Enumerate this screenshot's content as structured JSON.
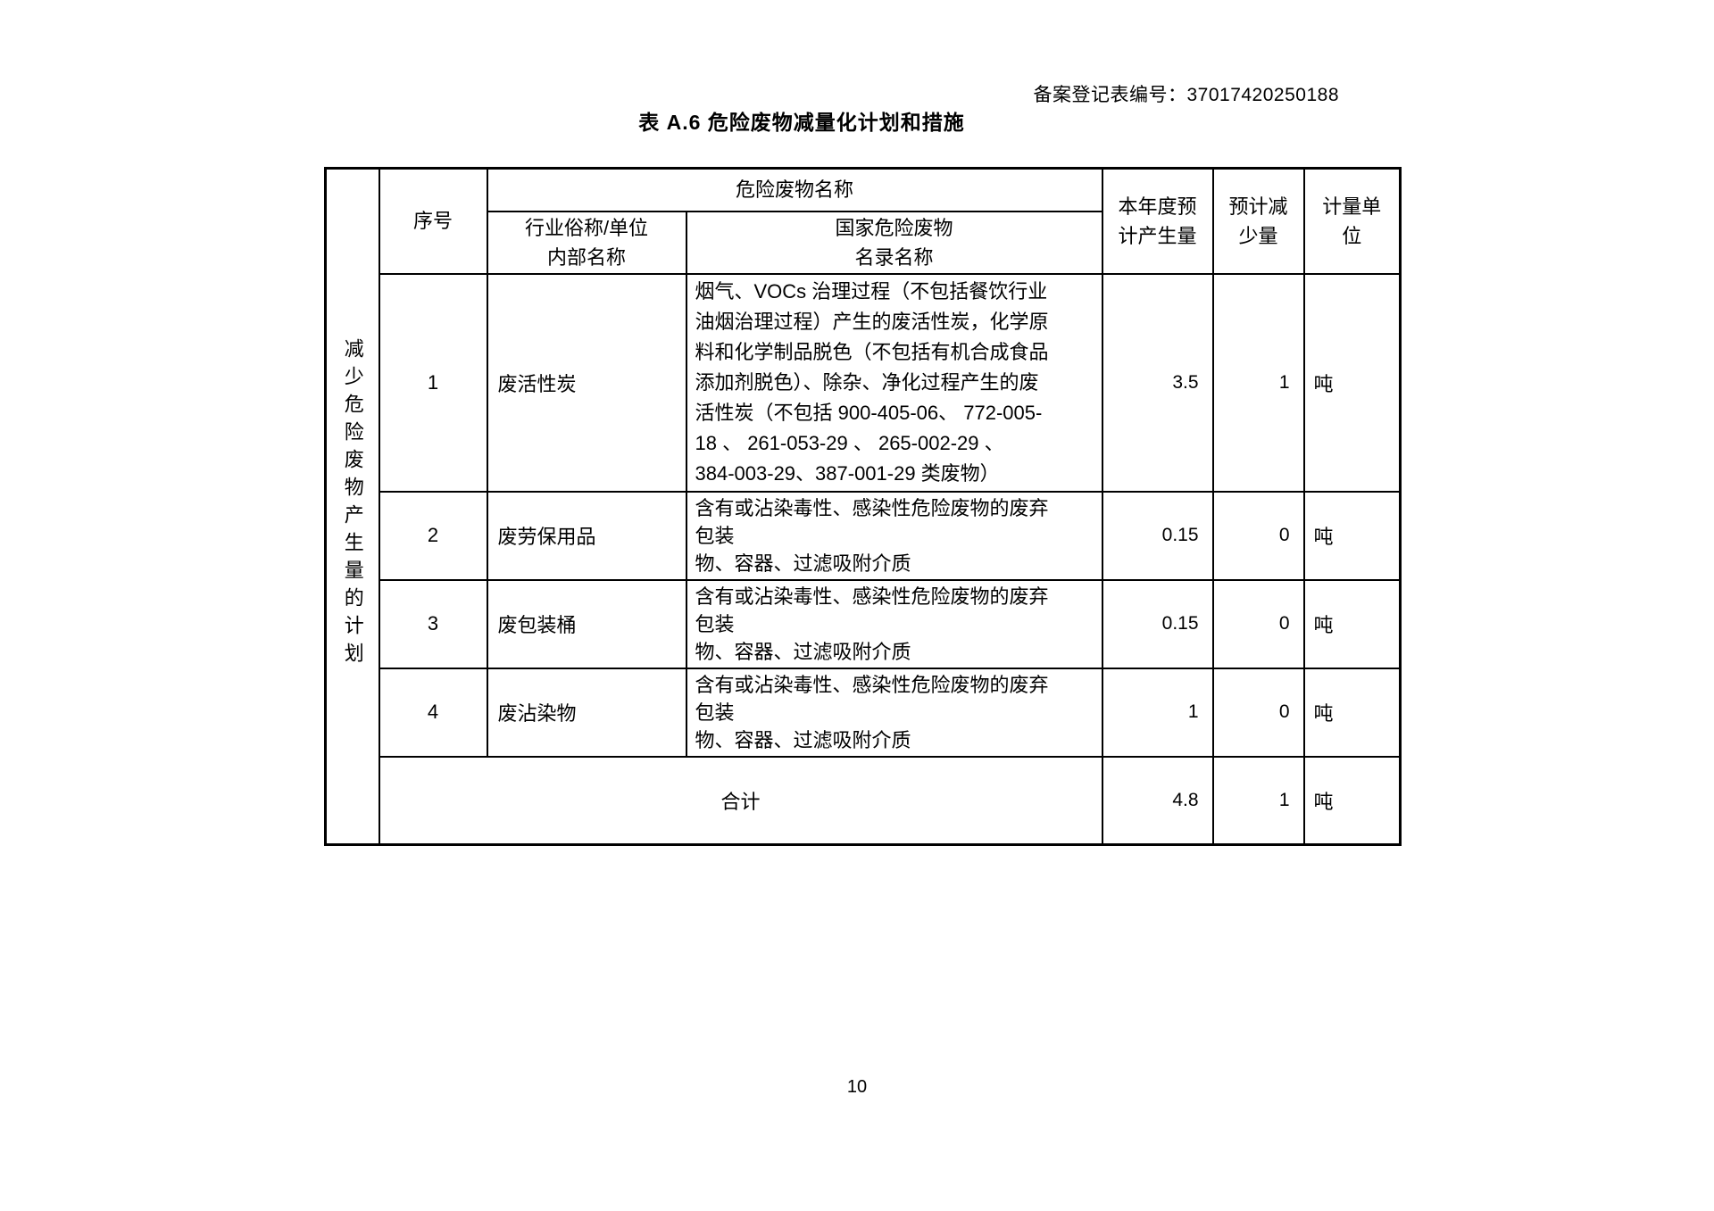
{
  "colors": {
    "background": "#ffffff",
    "text": "#000000",
    "border": "#000000"
  },
  "header": {
    "record_label": "备案登记表编号：37017420250188"
  },
  "title": "表 A.6 危险废物减量化计划和措施",
  "table": {
    "side_label": "减少危险废物产生量的计划",
    "col_headers": {
      "seq": "序号",
      "waste_name_group": "危险废物名称",
      "industry_alias": "行业俗称/单位\n内部名称",
      "national_catalog": "国家危险废物\n名录名称",
      "annual_expected_generation": "本年度预\n计产生量",
      "expected_reduction": "预计减\n少量",
      "unit": "计量单\n位"
    },
    "rows": [
      {
        "seq": "1",
        "industry_alias": "废活性炭",
        "national_catalog": "烟气、VOCs 治理过程（不包括餐饮行业\n油烟治理过程）产生的废活性炭，化学原\n料和化学制品脱色（不包括有机合成食品\n添加剂脱色）、除杂、净化过程产生的废\n活性炭（不包括 900-405-06、 772-005-\n18 、 261-053-29 、 265-002-29 、\n384-003-29、387-001-29 类废物）",
        "generation": "3.5",
        "reduction": "1",
        "unit": "吨"
      },
      {
        "seq": "2",
        "industry_alias": "废劳保用品",
        "national_catalog": "含有或沾染毒性、感染性危险废物的废弃\n包装\n物、容器、过滤吸附介质",
        "generation": "0.15",
        "reduction": "0",
        "unit": "吨"
      },
      {
        "seq": "3",
        "industry_alias": "废包装桶",
        "national_catalog": "含有或沾染毒性、感染性危险废物的废弃\n包装\n物、容器、过滤吸附介质",
        "generation": "0.15",
        "reduction": "0",
        "unit": "吨"
      },
      {
        "seq": "4",
        "industry_alias": "废沾染物",
        "national_catalog": "含有或沾染毒性、感染性危险废物的废弃\n包装\n物、容器、过滤吸附介质",
        "generation": "1",
        "reduction": "0",
        "unit": "吨"
      }
    ],
    "total_row": {
      "label": "合计",
      "generation": "4.8",
      "reduction": "1",
      "unit": "吨"
    }
  },
  "footer": {
    "page_number": "10"
  }
}
